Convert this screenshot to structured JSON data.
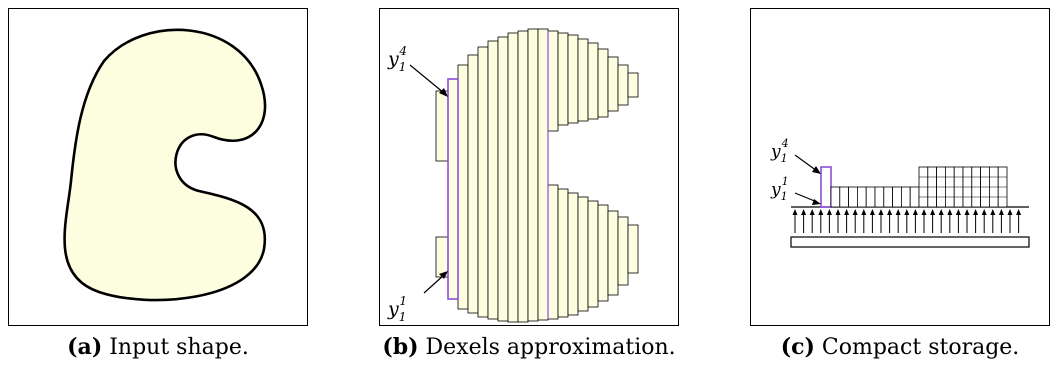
{
  "figures": [
    {
      "label": "(a)",
      "caption": "Input shape."
    },
    {
      "label": "(b)",
      "caption": "Dexels approximation."
    },
    {
      "label": "(c)",
      "caption": "Compact storage."
    }
  ],
  "annotations": {
    "y": "y",
    "sub": "1",
    "sup_top": "4",
    "sup_bottom": "1"
  },
  "colors": {
    "shape_fill": "#fdfde0",
    "highlight": "#8a4fd8"
  }
}
